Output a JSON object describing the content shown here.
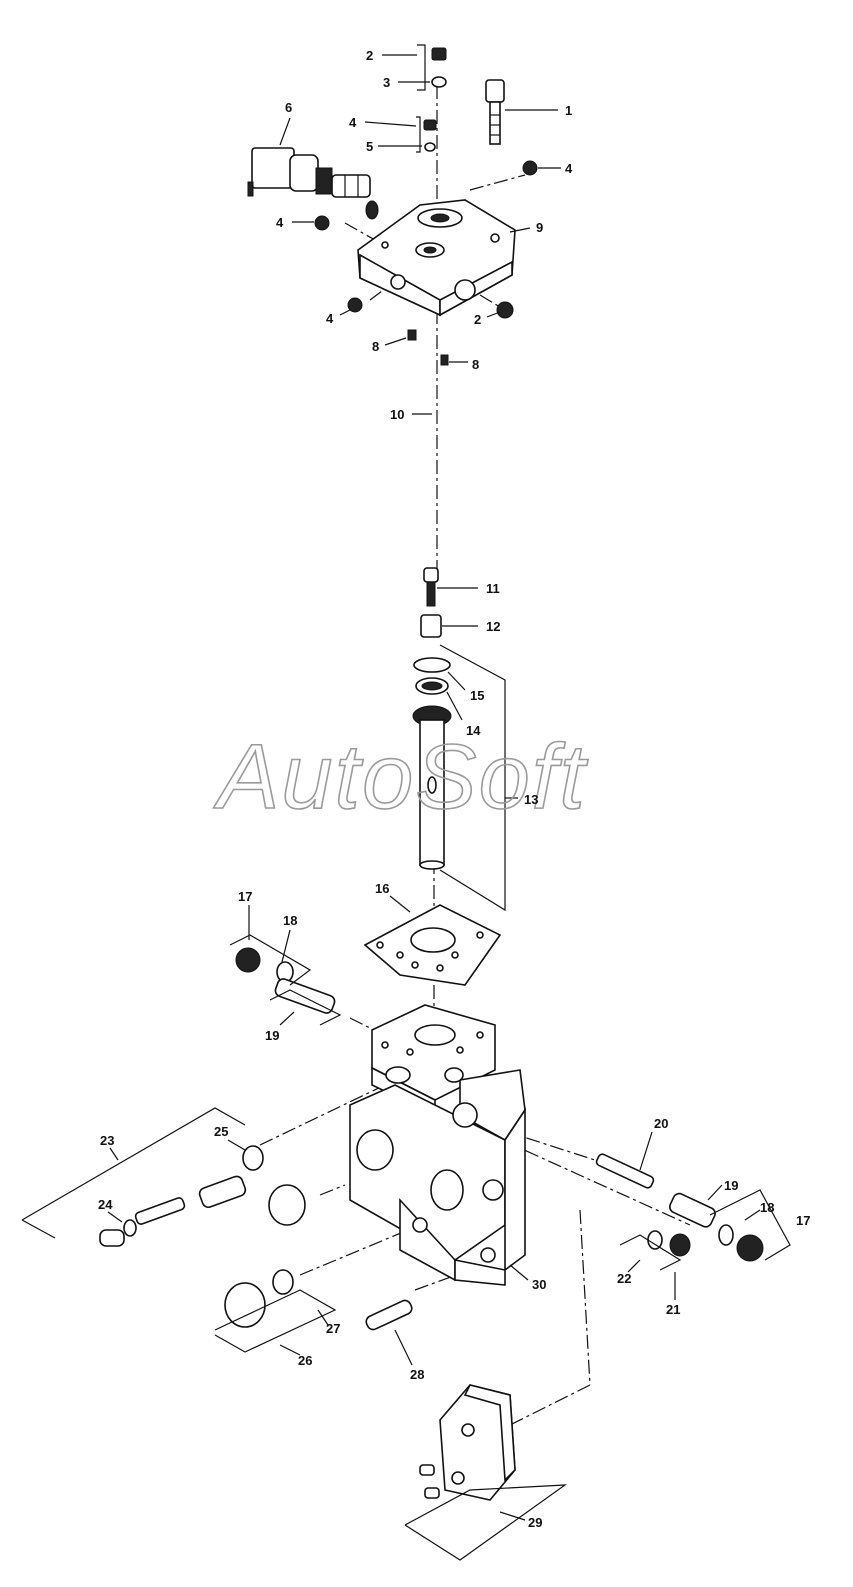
{
  "watermark": "AutoSoft",
  "callouts": [
    {
      "id": "c2a",
      "text": "2"
    },
    {
      "id": "c3",
      "text": "3"
    },
    {
      "id": "c1",
      "text": "1"
    },
    {
      "id": "c6",
      "text": "6"
    },
    {
      "id": "c4a",
      "text": "4"
    },
    {
      "id": "c5",
      "text": "5"
    },
    {
      "id": "c4b",
      "text": "4"
    },
    {
      "id": "c4c",
      "text": "4"
    },
    {
      "id": "c9",
      "text": "9"
    },
    {
      "id": "c4d",
      "text": "4"
    },
    {
      "id": "c2b",
      "text": "2"
    },
    {
      "id": "c8a",
      "text": "8"
    },
    {
      "id": "c8b",
      "text": "8"
    },
    {
      "id": "c10",
      "text": "10"
    },
    {
      "id": "c11",
      "text": "11"
    },
    {
      "id": "c12",
      "text": "12"
    },
    {
      "id": "c15",
      "text": "15"
    },
    {
      "id": "c14",
      "text": "14"
    },
    {
      "id": "c13",
      "text": "13"
    },
    {
      "id": "c16",
      "text": "16"
    },
    {
      "id": "c17a",
      "text": "17"
    },
    {
      "id": "c18a",
      "text": "18"
    },
    {
      "id": "c19a",
      "text": "19"
    },
    {
      "id": "c20",
      "text": "20"
    },
    {
      "id": "c23",
      "text": "23"
    },
    {
      "id": "c25",
      "text": "25"
    },
    {
      "id": "c24",
      "text": "24"
    },
    {
      "id": "c19b",
      "text": "19"
    },
    {
      "id": "c18b",
      "text": "18"
    },
    {
      "id": "c17b",
      "text": "17"
    },
    {
      "id": "c22",
      "text": "22"
    },
    {
      "id": "c21",
      "text": "21"
    },
    {
      "id": "c30",
      "text": "30"
    },
    {
      "id": "c27",
      "text": "27"
    },
    {
      "id": "c26",
      "text": "26"
    },
    {
      "id": "c28",
      "text": "28"
    },
    {
      "id": "c29",
      "text": "29"
    }
  ]
}
